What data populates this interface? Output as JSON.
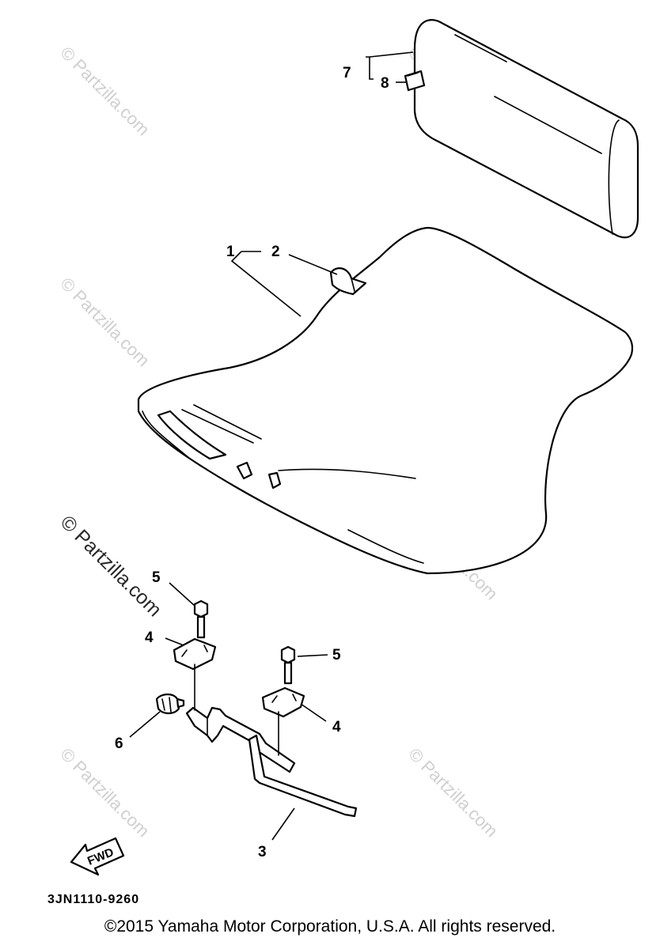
{
  "watermarks": {
    "light": "© Partzilla.com",
    "dark": "© Partzilla.com"
  },
  "callouts": {
    "c1": "1",
    "c2": "2",
    "c3": "3",
    "c4a": "4",
    "c4b": "4",
    "c5a": "5",
    "c5b": "5",
    "c6": "6",
    "c7": "7",
    "c8": "8"
  },
  "fwd_label": "FWD",
  "diagram_code": "3JN1110-9260",
  "copyright": "©2015 Yamaha Motor Corporation, U.S.A. All rights reserved."
}
